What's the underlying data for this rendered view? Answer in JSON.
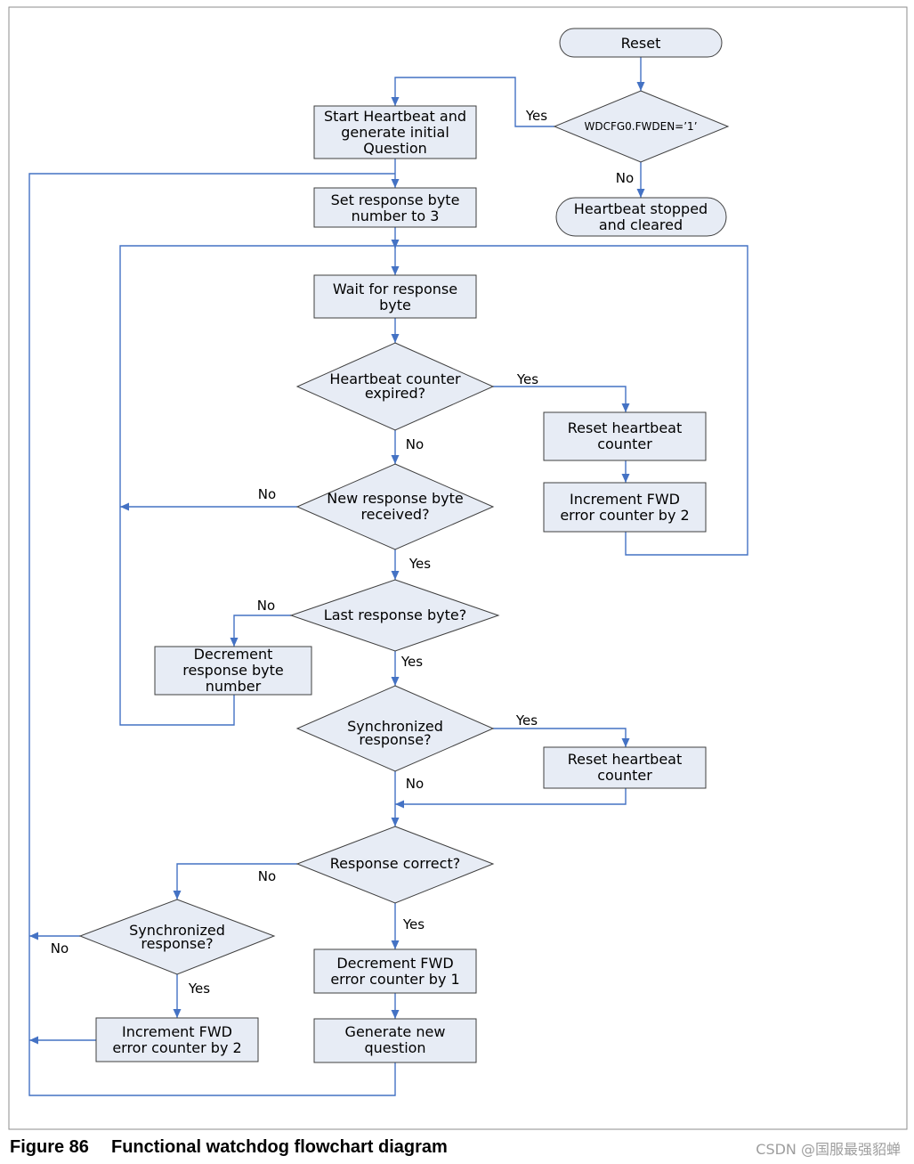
{
  "colors": {
    "node_fill": "#E7ECF5",
    "node_border": "#3F3F3F",
    "connector": "#4472C4",
    "frame": "#8C8C8C",
    "watermark": "#9E9E9E"
  },
  "flowchart": {
    "terminals": {
      "reset": [
        "Reset"
      ],
      "heartbeat_stopped": [
        "Heartbeat stopped",
        "and cleared"
      ]
    },
    "processes": {
      "start_heartbeat": [
        "Start Heartbeat and",
        "generate initial",
        "Question"
      ],
      "set_response_byte": [
        "Set response byte",
        "number to 3"
      ],
      "wait_response": [
        "Wait for response",
        "byte"
      ],
      "reset_heartbeat_1": [
        "Reset heartbeat",
        "counter"
      ],
      "increment_fwd_1": [
        "Increment FWD",
        "error counter by 2"
      ],
      "decrement_response_byte": [
        "Decrement",
        "response byte",
        "number"
      ],
      "reset_heartbeat_2": [
        "Reset heartbeat",
        "counter"
      ],
      "decrement_fwd": [
        "Decrement FWD",
        "error counter by 1"
      ],
      "increment_fwd_2": [
        "Increment FWD",
        "error counter by 2"
      ],
      "generate_question": [
        "Generate new",
        "question"
      ]
    },
    "decisions": {
      "fwden_enabled": [
        "WDCFG0.FWDEN=’1’"
      ],
      "heartbeat_expired": [
        "Heartbeat counter",
        "expired?"
      ],
      "new_byte_received": [
        "New response byte",
        "received?"
      ],
      "last_byte": [
        "Last response byte?"
      ],
      "synchronized_1": [
        "Synchronized",
        "response?"
      ],
      "response_correct": [
        "Response correct?"
      ],
      "synchronized_2": [
        "Synchronized",
        "response?"
      ]
    },
    "branch_labels": {
      "fwden_enabled_yes": "Yes",
      "fwden_enabled_no": "No",
      "heartbeat_expired_yes": "Yes",
      "heartbeat_expired_no": "No",
      "new_byte_received_no": "No",
      "new_byte_received_yes": "Yes",
      "last_byte_no": "No",
      "last_byte_yes": "Yes",
      "synchronized_1_yes": "Yes",
      "synchronized_1_no": "No",
      "response_correct_no": "No",
      "response_correct_yes": "Yes",
      "synchronized_2_no": "No",
      "synchronized_2_yes": "Yes"
    }
  },
  "caption": {
    "number": "Figure 86",
    "title": "Functional watchdog flowchart diagram"
  },
  "watermark": "CSDN @国服最强貂蝉"
}
